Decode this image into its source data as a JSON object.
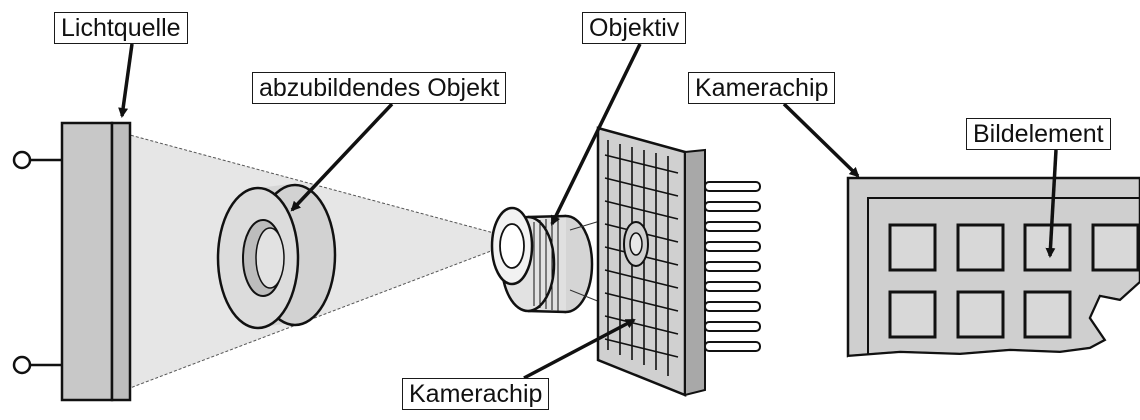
{
  "labels": {
    "light_source": "Lichtquelle",
    "object": "abzubildendes Objekt",
    "lens": "Objektiv",
    "camera_chip_detail": "Kamerachip",
    "pixel": "Bildelement",
    "camera_chip": "Kamerachip"
  },
  "colors": {
    "stroke": "#1a1a1a",
    "light_cone": "#e4e4e4",
    "housing_gray": "#c8c8c8",
    "chip_face": "#d0d0d0",
    "background": "#ffffff"
  }
}
